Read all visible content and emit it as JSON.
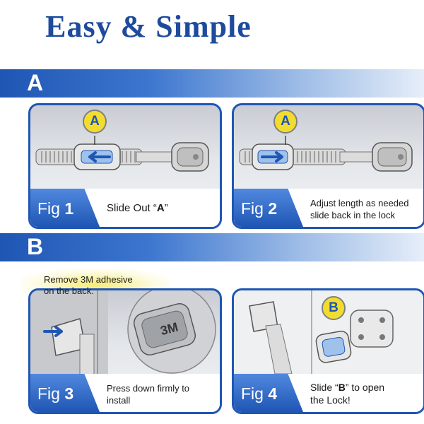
{
  "title": "Easy & Simple",
  "sections": {
    "a_label": "A",
    "b_label": "B"
  },
  "figures": [
    {
      "fig": "Fig",
      "num": "1",
      "caption_pre": "Slide Out “",
      "caption_bold": "A",
      "caption_post": "”",
      "marker": "A"
    },
    {
      "fig": "Fig",
      "num": "2",
      "caption_line1": "Adjust length as needed",
      "caption_line2": "slide back in the lock",
      "marker": "A"
    },
    {
      "fig": "Fig",
      "num": "3",
      "caption_line1": "Press down firmly to",
      "caption_line2": "install",
      "note_line1": "Remove 3M adhesive",
      "note_line2": "on the back.",
      "sticker_text": "3M"
    },
    {
      "fig": "Fig",
      "num": "4",
      "caption_pre": "Slide “",
      "caption_bold": "B",
      "caption_post": "” to open",
      "caption_line2": "the Lock!",
      "marker": "B"
    }
  ],
  "colors": {
    "brand_blue": "#1f56b4",
    "marker_yellow": "#f2dd2e"
  }
}
